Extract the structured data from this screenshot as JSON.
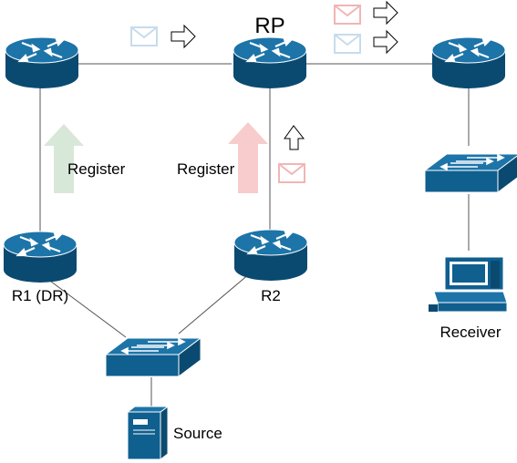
{
  "labels": {
    "rp": "RP",
    "register_left": "Register",
    "register_right": "Register",
    "r1": "R1 (DR)",
    "r2": "R2",
    "receiver": "Receiver",
    "source": "Source"
  },
  "colors": {
    "device_fill": "#0f5f8f",
    "device_dark": "#0a4a70",
    "link": "#555555",
    "green_arrow": "#d8e8d8",
    "red_arrow": "#f8cccc",
    "blue_envelope": "#c6dcee",
    "red_envelope": "#f1b5b5"
  },
  "icons": [
    "router-icon",
    "switch-icon",
    "workstation-icon",
    "server-icon",
    "envelope-icon",
    "arrow-icon"
  ]
}
